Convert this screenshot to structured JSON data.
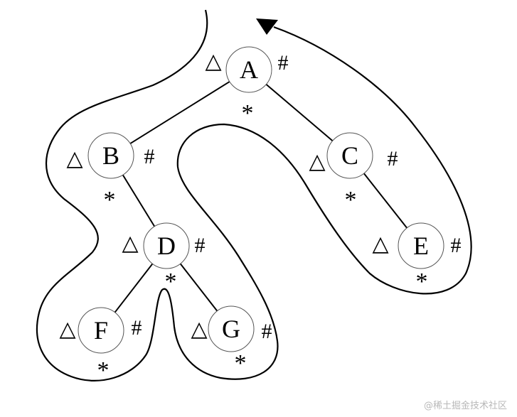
{
  "diagram": {
    "nodes": [
      {
        "id": "A",
        "label": "A"
      },
      {
        "id": "B",
        "label": "B"
      },
      {
        "id": "C",
        "label": "C"
      },
      {
        "id": "D",
        "label": "D"
      },
      {
        "id": "E",
        "label": "E"
      },
      {
        "id": "F",
        "label": "F"
      },
      {
        "id": "G",
        "label": "G"
      }
    ],
    "edges": [
      [
        "A",
        "B"
      ],
      [
        "A",
        "C"
      ],
      [
        "B",
        "D"
      ],
      [
        "C",
        "E"
      ],
      [
        "D",
        "F"
      ],
      [
        "D",
        "G"
      ]
    ],
    "marks": {
      "pre": "△",
      "in": "*",
      "post": "#"
    },
    "colors": {
      "stroke": "#000000",
      "node_fill": "#ffffff",
      "watermark": "#b8b8b8"
    }
  },
  "watermark": "@稀土掘金技术社区"
}
